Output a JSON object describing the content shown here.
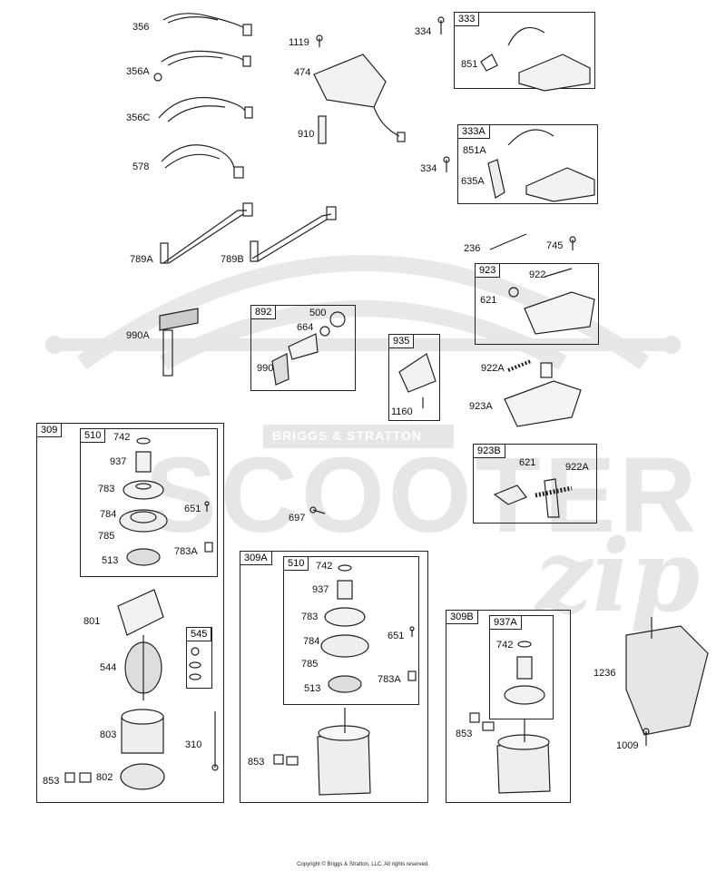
{
  "watermark": {
    "brand": "BRIGGS & STRATTON",
    "word": "SCOOTER",
    "script": "zip"
  },
  "callouts": [
    "356",
    "356A",
    "356C",
    "578",
    "789A",
    "789B",
    "990A",
    "1119",
    "474",
    "910",
    "334",
    "851",
    "333A",
    "851A",
    "635A",
    "236",
    "745",
    "922",
    "621",
    "922A",
    "923A",
    "500",
    "664",
    "990",
    "1160",
    "742",
    "937",
    "783",
    "784",
    "785",
    "513",
    "651",
    "783A",
    "697",
    "801",
    "544",
    "803",
    "310",
    "853",
    "802",
    "1236",
    "1009"
  ],
  "groups": [
    "333",
    "333A",
    "923",
    "892",
    "935",
    "309",
    "510",
    "923B",
    "309A",
    "545",
    "309B",
    "937A"
  ],
  "copyright": "Copyright © Briggs & Stratton, LLC. All rights reserved."
}
